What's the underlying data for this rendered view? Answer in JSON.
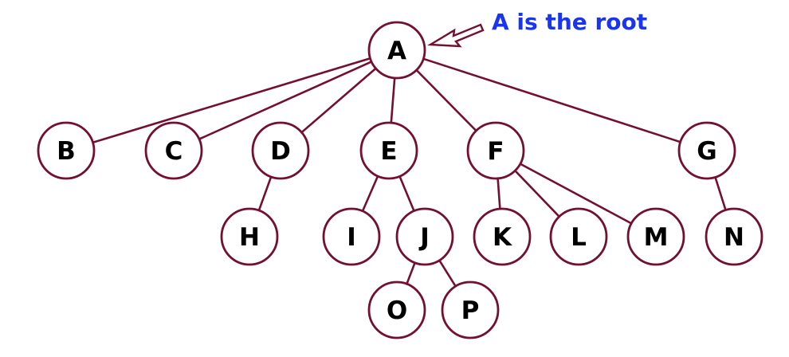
{
  "annotation": {
    "text": "A is the root",
    "color": "#1a35f0"
  },
  "colors": {
    "edge": "#74102f",
    "node_border": "#74102f",
    "node_fill": "#ffffff",
    "label": "#000000"
  },
  "nodes": [
    {
      "id": "A",
      "label": "A"
    },
    {
      "id": "B",
      "label": "B"
    },
    {
      "id": "C",
      "label": "C"
    },
    {
      "id": "D",
      "label": "D"
    },
    {
      "id": "E",
      "label": "E"
    },
    {
      "id": "F",
      "label": "F"
    },
    {
      "id": "G",
      "label": "G"
    },
    {
      "id": "H",
      "label": "H"
    },
    {
      "id": "I",
      "label": "I"
    },
    {
      "id": "J",
      "label": "J"
    },
    {
      "id": "K",
      "label": "K"
    },
    {
      "id": "L",
      "label": "L"
    },
    {
      "id": "M",
      "label": "M"
    },
    {
      "id": "N",
      "label": "N"
    },
    {
      "id": "O",
      "label": "O"
    },
    {
      "id": "P",
      "label": "P"
    }
  ],
  "edges": [
    [
      "A",
      "B"
    ],
    [
      "A",
      "C"
    ],
    [
      "A",
      "D"
    ],
    [
      "A",
      "E"
    ],
    [
      "A",
      "F"
    ],
    [
      "A",
      "G"
    ],
    [
      "D",
      "H"
    ],
    [
      "E",
      "I"
    ],
    [
      "E",
      "J"
    ],
    [
      "F",
      "K"
    ],
    [
      "F",
      "L"
    ],
    [
      "F",
      "M"
    ],
    [
      "G",
      "N"
    ],
    [
      "J",
      "O"
    ],
    [
      "J",
      "P"
    ]
  ]
}
